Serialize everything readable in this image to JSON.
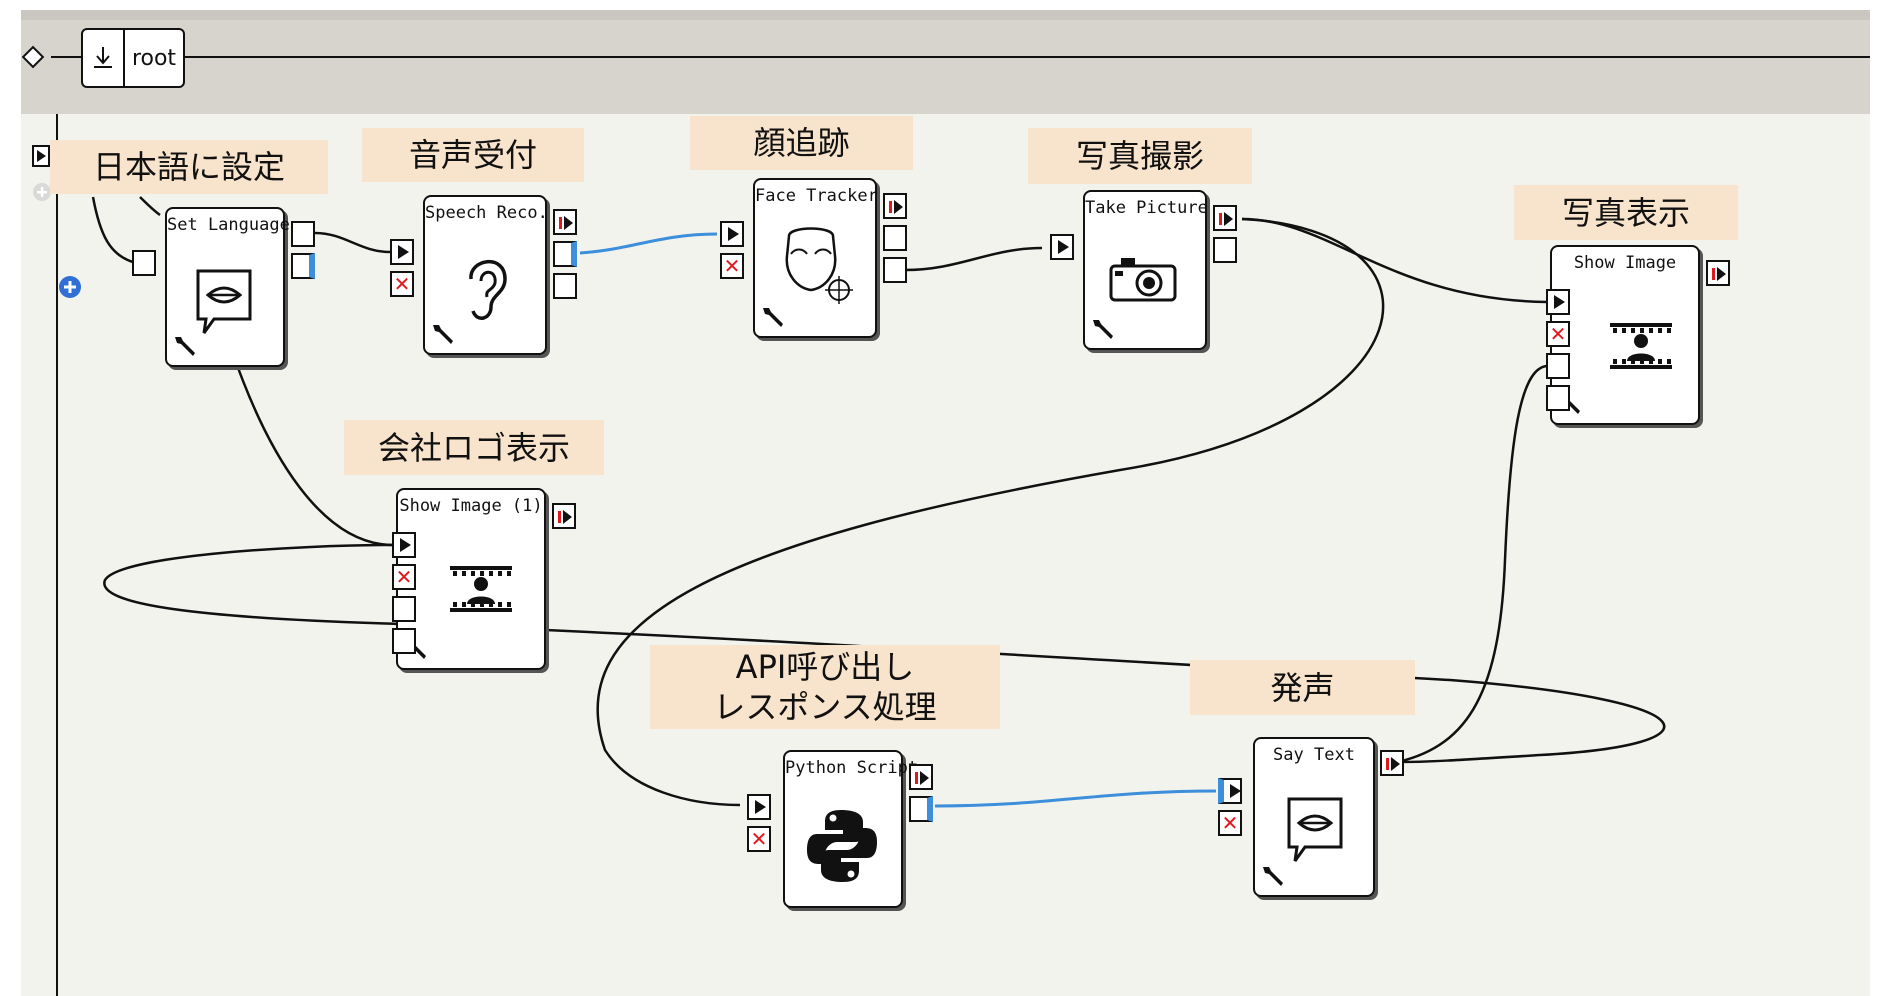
{
  "breadcrumb": {
    "root_label": "root"
  },
  "comments": {
    "set_language": "日本語に設定",
    "speech": "音声受付",
    "face": "顔追跡",
    "take_picture": "写真撮影",
    "show_photo": "写真表示",
    "logo": "会社ロゴ表示",
    "api": "API呼び出し\nレスポンス処理",
    "say": "発声"
  },
  "boxes": {
    "set_language": {
      "title": "Set Language",
      "icon": "speech-bubble-lips-icon"
    },
    "speech_reco": {
      "title": "Speech Reco.",
      "icon": "ear-icon"
    },
    "face_tracker": {
      "title": "Face Tracker",
      "icon": "face-target-icon"
    },
    "take_picture": {
      "title": "Take Picture",
      "icon": "camera-icon"
    },
    "show_image": {
      "title": "Show Image",
      "icon": "film-person-icon"
    },
    "show_image_1": {
      "title": "Show Image (1)",
      "icon": "film-person-icon"
    },
    "python_script": {
      "title": "Python Script",
      "icon": "python-logo-icon"
    },
    "say_text": {
      "title": "Say Text",
      "icon": "speech-bubble-lips-icon"
    }
  },
  "colors": {
    "canvas": "#f3f3ee",
    "comment_bg": "#f8e4cc",
    "wire_blue": "#3d8fdc",
    "stop_red": "#e0191e"
  }
}
